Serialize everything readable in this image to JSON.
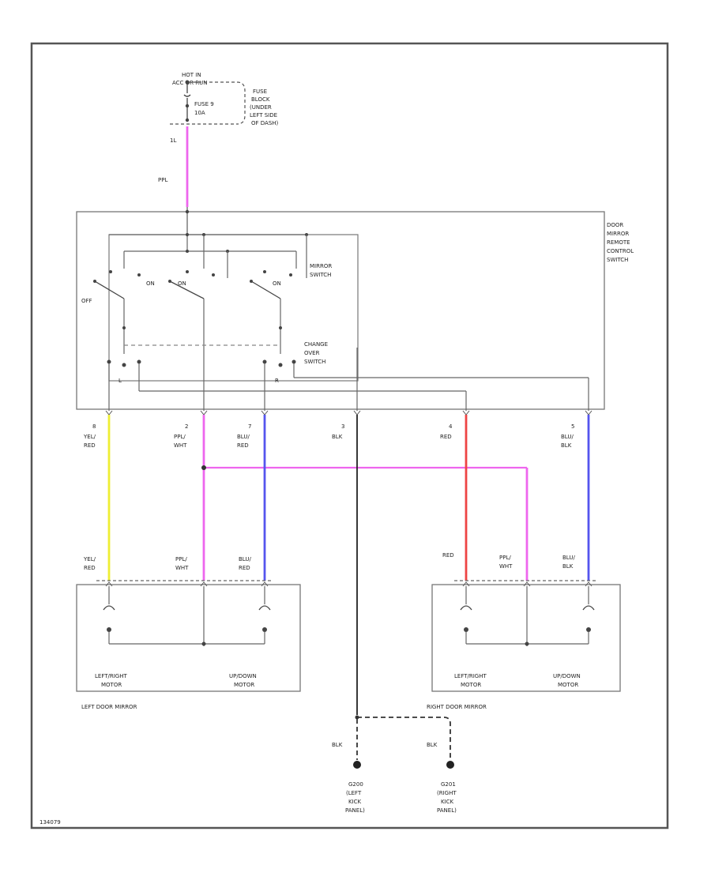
{
  "power": {
    "hot_line1": "HOT IN",
    "hot_line2": "ACC OR RUN",
    "fuse_line1": "FUSE 9",
    "fuse_line2": "10A",
    "fuse_block_line1": "FUSE",
    "fuse_block_line2": "BLOCK",
    "fuse_block_line3": "(UNDER",
    "fuse_block_line4": "LEFT SIDE",
    "fuse_block_line5": "OF DASH)",
    "pin": "1L",
    "wire": "PPL"
  },
  "switch": {
    "title_line1": "DOOR",
    "title_line2": "MIRROR",
    "title_line3": "REMOTE",
    "title_line4": "CONTROL",
    "title_line5": "SWITCH",
    "mirror_switch_line1": "MIRROR",
    "mirror_switch_line2": "SWITCH",
    "change_over_line1": "CHANGE",
    "change_over_line2": "OVER",
    "change_over_line3": "SWITCH",
    "off": "OFF",
    "on": "ON",
    "l_left": "L",
    "r_right": "R"
  },
  "connector_pins": [
    {
      "pin": "8",
      "wire1": "YEL/",
      "wire2": "RED"
    },
    {
      "pin": "2",
      "wire1": "PPL/",
      "wire2": "WHT"
    },
    {
      "pin": "7",
      "wire1": "BLU/",
      "wire2": "RED"
    },
    {
      "pin": "3",
      "wire1": "BLK",
      "wire2": ""
    },
    {
      "pin": "4",
      "wire1": "RED",
      "wire2": ""
    },
    {
      "pin": "5",
      "wire1": "BLU/",
      "wire2": "BLK"
    }
  ],
  "left_mirror": {
    "wires": [
      {
        "w1": "YEL/",
        "w2": "RED"
      },
      {
        "w1": "PPL/",
        "w2": "WHT"
      },
      {
        "w1": "BLU/",
        "w2": "RED"
      }
    ],
    "motor1_line1": "LEFT/RIGHT",
    "motor1_line2": "MOTOR",
    "motor2_line1": "UP/DOWN",
    "motor2_line2": "MOTOR",
    "label": "LEFT DOOR MIRROR"
  },
  "right_mirror": {
    "wires": [
      {
        "w1": "RED",
        "w2": ""
      },
      {
        "w1": "PPL/",
        "w2": "WHT"
      },
      {
        "w1": "BLU/",
        "w2": "BLK"
      }
    ],
    "motor1_line1": "LEFT/RIGHT",
    "motor1_line2": "MOTOR",
    "motor2_line1": "UP/DOWN",
    "motor2_line2": "MOTOR",
    "label": "RIGHT DOOR MIRROR"
  },
  "grounds": [
    {
      "wire": "BLK",
      "line1": "G200",
      "line2": "(LEFT",
      "line3": "KICK",
      "line4": "PANEL)"
    },
    {
      "wire": "BLK",
      "line1": "G201",
      "line2": "(RIGHT",
      "line3": "KICK",
      "line4": "PANEL)"
    }
  ],
  "footer_code": "134079",
  "colors": {
    "ppl": "#ee66ee",
    "yel": "#eeee33",
    "blu": "#5555ee",
    "red": "#ee4444",
    "blk": "#222222"
  }
}
